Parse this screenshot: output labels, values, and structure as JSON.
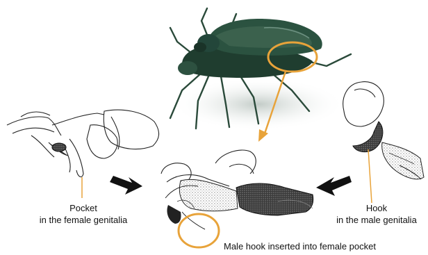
{
  "labels": {
    "pocket_line1": "Pocket",
    "pocket_line2": "in the female genitalia",
    "hook_line1": "Hook",
    "hook_line2": "in the male genitalia",
    "caption": "Male hook inserted into female pocket"
  },
  "colors": {
    "highlight": "#e8a33a",
    "beetle_dark": "#1f3d2f",
    "beetle_mid": "#3e6450",
    "arrow": "#111111",
    "ink": "#222222"
  },
  "icons": {
    "beetles": "mating-beetles-photo",
    "female_genitalia": "female-genitalia-drawing",
    "male_genitalia": "male-genitalia-drawing",
    "combined": "combined-genitalia-drawing"
  }
}
